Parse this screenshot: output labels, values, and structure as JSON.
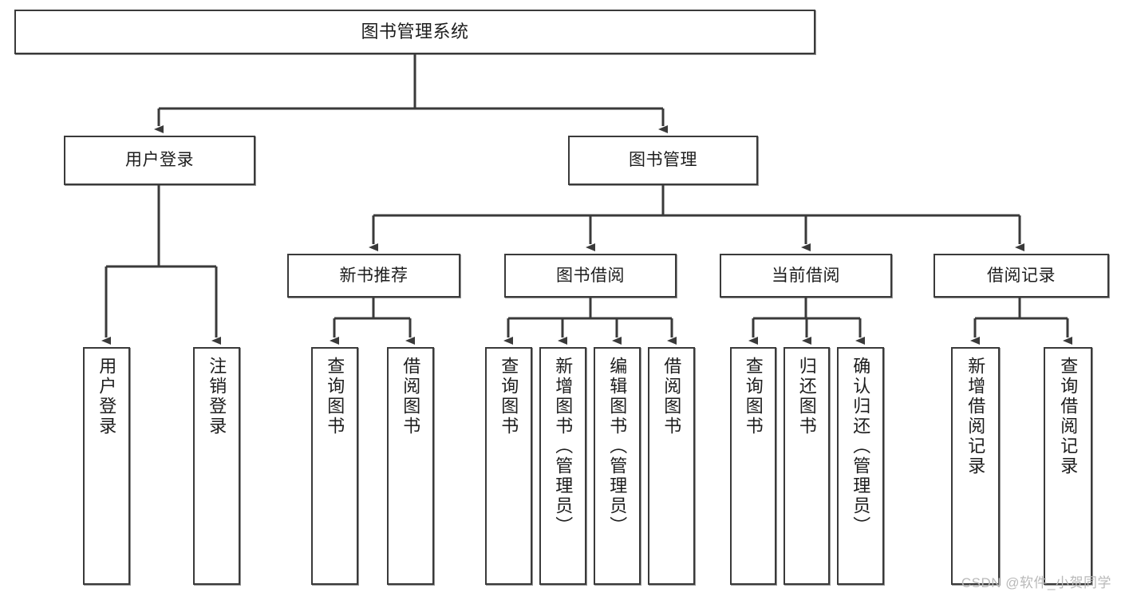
{
  "diagram": {
    "type": "tree",
    "title": "图书管理系统",
    "root": {
      "label": "图书管理系统"
    },
    "level2": [
      {
        "label": "用户登录"
      },
      {
        "label": "图书管理"
      }
    ],
    "level3": [
      {
        "label": "新书推荐"
      },
      {
        "label": "图书借阅"
      },
      {
        "label": "当前借阅"
      },
      {
        "label": "借阅记录"
      }
    ],
    "leaves": {
      "user_login": [
        {
          "label": "用户登录"
        },
        {
          "label": "注销登录"
        }
      ],
      "new_book_recommend": [
        {
          "label": "查询图书"
        },
        {
          "label": "借阅图书"
        }
      ],
      "book_borrow": [
        {
          "label": "查询图书"
        },
        {
          "label": "新增图书（管理员）"
        },
        {
          "label": "编辑图书（管理员）"
        },
        {
          "label": "借阅图书"
        }
      ],
      "current_borrow": [
        {
          "label": "查询图书"
        },
        {
          "label": "归还图书"
        },
        {
          "label": "确认归还（管理员）"
        }
      ],
      "borrow_record": [
        {
          "label": "新增借阅记录"
        },
        {
          "label": "查询借阅记录"
        }
      ]
    }
  },
  "watermark": {
    "text": "CSDN @软件_小贺同学"
  },
  "colors": {
    "stroke": "#3a3a3a",
    "box_fill": "#ffffff",
    "text": "#1d1d1d",
    "watermark": "#b9b9b9",
    "background": "#ffffff"
  }
}
